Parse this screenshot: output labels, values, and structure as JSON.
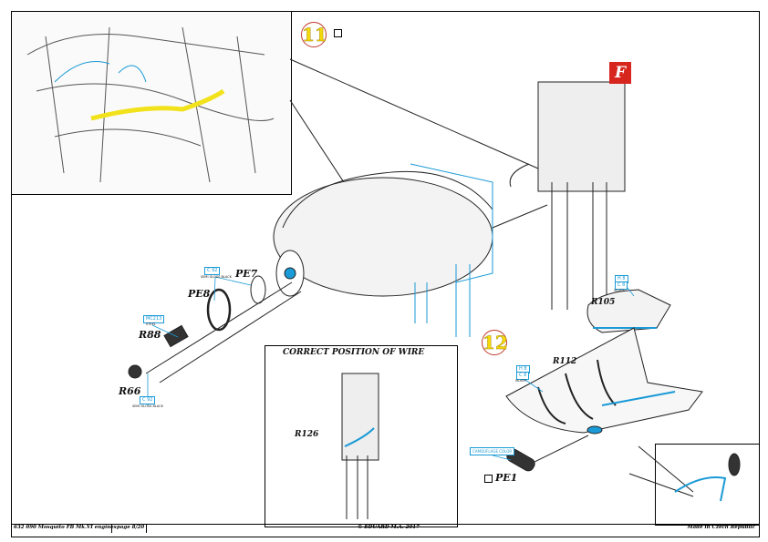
{
  "steps": [
    {
      "number": "11"
    },
    {
      "number": "12"
    }
  ],
  "badge": {
    "letter": "F",
    "color": "#d7261e"
  },
  "callout": {
    "title": "CORRECT POSITION OF WIRE"
  },
  "parts": {
    "pe7": "PE7",
    "pe8": "PE8",
    "r88": "R88",
    "r66": "R66",
    "r126": "R126",
    "r105": "R105",
    "r112": "R112",
    "pe1": "PE1"
  },
  "paints": {
    "c92a": {
      "code": "C 92",
      "name": "SEMI GLOSS BLACK"
    },
    "mc213": {
      "code": "MC213",
      "name": "STEEL"
    },
    "c92b": {
      "code": "C 92",
      "name": "SEMI GLOSS BLACK"
    },
    "h8a": {
      "code1": "H 8",
      "code2": "C 8",
      "name": "SILVER"
    },
    "h8b": {
      "code1": "H 8",
      "code2": "C 8",
      "name": "SILVER"
    },
    "camo": {
      "code": "CAMOUFLAGE COLOR"
    }
  },
  "colors": {
    "paint_highlight": "#1a9ad6",
    "wire_highlight": "#f2e21b"
  },
  "footer": {
    "product": "632 090  Mosquito FB Mk.VI engines",
    "page": "page 8/20",
    "copyright": "© EDUARD  M.A. 2017",
    "origin": "Made in Czech Republic"
  }
}
